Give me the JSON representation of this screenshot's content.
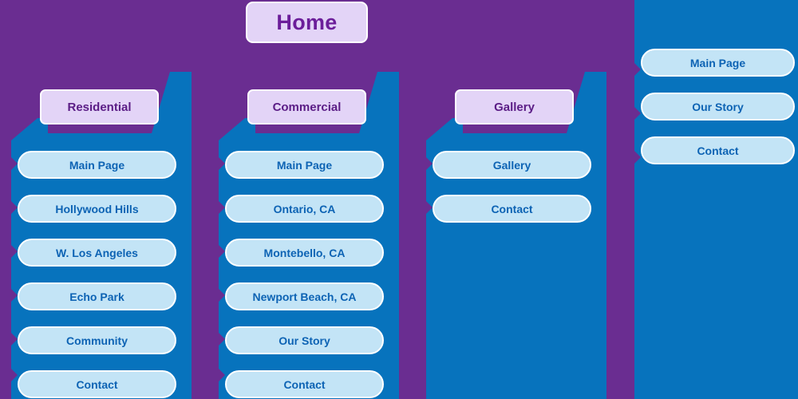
{
  "diagram": {
    "type": "sitemap",
    "root": {
      "label": "Home"
    },
    "colors": {
      "background_purple": "#6a2d91",
      "panel_blue": "#0773bd",
      "header_chip_lavender": "#e3d4f7",
      "header_chip_text_purple": "#5b1d86",
      "pill_light_blue": "#c3e4f6",
      "pill_text_blue": "#0d63b4",
      "outline_white": "#ffffff"
    },
    "columns": [
      {
        "id": "residential",
        "header": "Residential",
        "items": [
          "Main Page",
          "Hollywood Hills",
          "W. Los Angeles",
          "Echo Park",
          "Community",
          "Contact"
        ]
      },
      {
        "id": "commercial",
        "header": "Commercial",
        "items": [
          "Main Page",
          "Ontario, CA",
          "Montebello, CA",
          "Newport Beach, CA",
          "Our Story",
          "Contact"
        ]
      },
      {
        "id": "gallery",
        "header": "Gallery",
        "items": [
          "Gallery",
          "Contact"
        ]
      },
      {
        "id": "fourth",
        "header": "",
        "items": [
          "Main Page",
          "Our Story",
          "Contact"
        ]
      }
    ]
  }
}
